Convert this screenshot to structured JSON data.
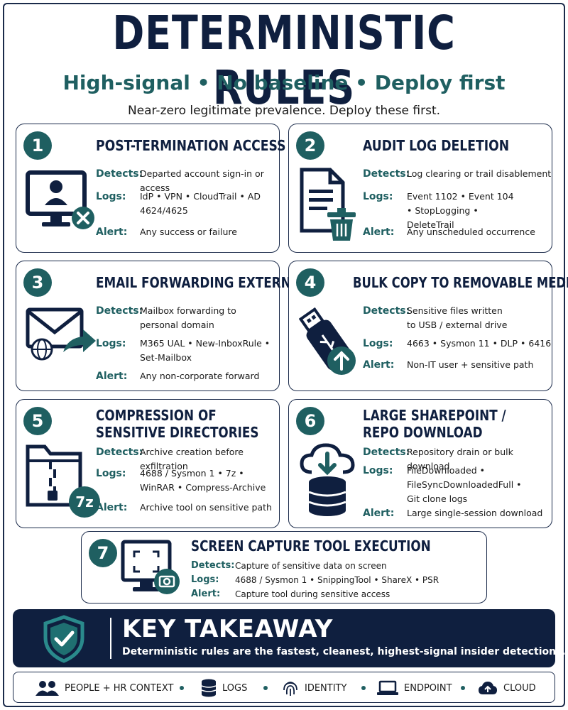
{
  "title": "DETERMINISTIC RULES",
  "subtitle": "High-signal • No baseline • Deploy first",
  "tagline": "Near-zero legitimate prevalence. Deploy these first.",
  "labels": {
    "detects": "Detects:",
    "logs": "Logs:",
    "alert": "Alert:"
  },
  "cards": [
    {
      "number": "1",
      "title": "POST-TERMINATION ACCESS",
      "icon": "monitor-user-x-icon",
      "detects": "Departed account sign-in or access",
      "logs": "IdP • VPN • CloudTrail • AD 4624/4625",
      "alert": "Any success or failure"
    },
    {
      "number": "2",
      "title": "AUDIT LOG DELETION",
      "icon": "document-trash-icon",
      "detects": "Log clearing or trail disablement",
      "logs": "Event 1102 • Event 104 • StopLogging • DeleteTrail",
      "alert": "Any unscheduled occurrence"
    },
    {
      "number": "3",
      "title": "EMAIL FORWARDING EXTERNAL",
      "icon": "envelope-forward-icon",
      "detects": "Mailbox forwarding to personal domain",
      "logs": "M365 UAL • New-InboxRule • Set-Mailbox",
      "alert": "Any non-corporate forward"
    },
    {
      "number": "4",
      "title": "BULK COPY TO REMOVABLE MEDIA",
      "icon": "usb-drive-upload-icon",
      "detects": "Sensitive files written to USB / external drive",
      "logs": "4663 • Sysmon 11 • DLP • 6416",
      "alert": "Non-IT user + sensitive path"
    },
    {
      "number": "5",
      "title": "COMPRESSION OF SENSITIVE DIRECTORIES",
      "title_line1": "COMPRESSION OF",
      "title_line2": "SENSITIVE DIRECTORIES",
      "icon": "zip-folder-icon",
      "badge": "7z",
      "detects": "Archive creation before exfiltration",
      "logs": "4688 / Sysmon 1 • 7z • WinRAR • Compress-Archive",
      "alert": "Archive tool on sensitive path"
    },
    {
      "number": "6",
      "title": "LARGE SHAREPOINT / REPO DOWNLOAD",
      "title_line1": "LARGE SHAREPOINT /",
      "title_line2": "REPO DOWNLOAD",
      "icon": "cloud-download-database-icon",
      "detects": "Repository drain or bulk download",
      "logs": "FileDownloaded • FileSyncDownloadedFull • Git clone logs",
      "alert": "Large single-session download"
    },
    {
      "number": "7",
      "title": "SCREEN CAPTURE TOOL EXECUTION",
      "icon": "monitor-camera-icon",
      "detects": "Capture of sensitive data on screen",
      "logs": "4688 / Sysmon 1 • SnippingTool • ShareX • PSR",
      "alert": "Capture tool during sensitive access"
    }
  ],
  "takeaway": {
    "icon": "shield-check-icon",
    "title": "KEY TAKEAWAY",
    "text": "Deterministic rules are the fastest, cleanest, highest-signal insider detections."
  },
  "footer": [
    {
      "label": "PEOPLE + HR CONTEXT",
      "icon": "people-icon"
    },
    {
      "label": "LOGS",
      "icon": "database-icon"
    },
    {
      "label": "IDENTITY",
      "icon": "fingerprint-icon"
    },
    {
      "label": "ENDPOINT",
      "icon": "laptop-icon"
    },
    {
      "label": "CLOUD",
      "icon": "cloud-icon"
    }
  ],
  "colors": {
    "navy": "#0f1f3f",
    "teal": "#1f5f61",
    "border": "#1a2a4a"
  }
}
